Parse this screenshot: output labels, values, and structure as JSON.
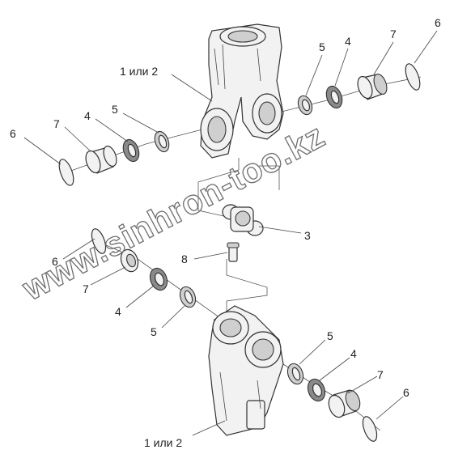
{
  "diagram": {
    "labels": {
      "upper_yoke": "1 или 2",
      "lower_yoke": "1 или 2",
      "cross": "3",
      "grease_fitting": "8",
      "bearing_cup": "7",
      "seal": "4",
      "washer": "5",
      "snap_ring": "6"
    },
    "watermark": "www.sinhron-too.kz"
  }
}
